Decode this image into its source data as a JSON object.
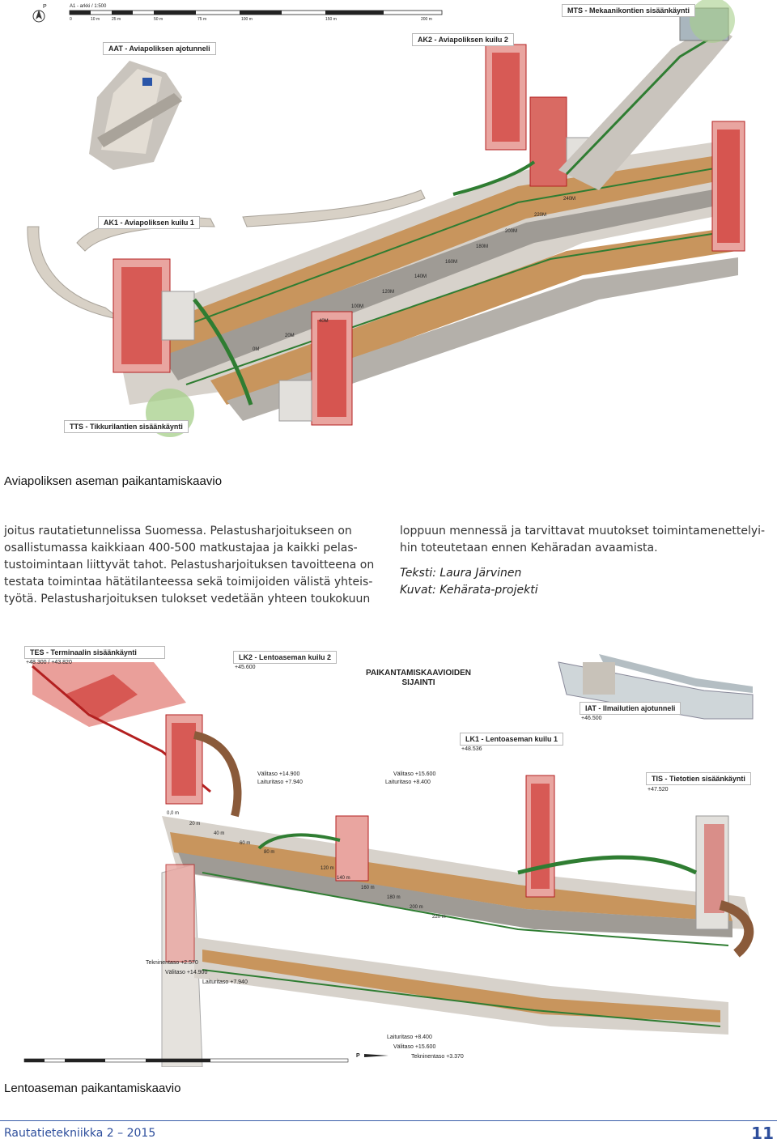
{
  "figures": {
    "top": {
      "scale_title": "A1 - arkki / 1:500",
      "scale_ticks": [
        "0",
        "10 m",
        "25 m",
        "50 m",
        "75 m",
        "100 m",
        "150 m",
        "200 m"
      ],
      "north_mark": "P",
      "labels": {
        "mts": "MTS - Mekaanikontien sisäänkäynti",
        "aat": "AAT - Aviapoliksen ajotunneli",
        "ak2": "AK2 - Aviapoliksen kuilu 2",
        "ak1": "AK1 - Aviapoliksen kuilu 1",
        "tts": "TTS - Tikkurilantien sisäänkäynti"
      },
      "chainage": [
        "0M",
        "20M",
        "40M",
        "100M",
        "120M",
        "140M",
        "160M",
        "180M",
        "200M",
        "220M",
        "240M"
      ]
    },
    "bottom": {
      "heading_line1": "PAIKANTAMISKAAVIOIDEN",
      "heading_line2": "SIJAINTI",
      "labels": {
        "tes": "TES - Terminaalin sisäänkäynti",
        "tes_level": "+48.300 / +43.820",
        "lk2": "LK2 - Lentoaseman kuilu 2",
        "lk2_level": "+45.600",
        "iat": "IAT - Ilmailutien ajotunneli",
        "iat_level": "+46.500",
        "lk1": "LK1 - Lentoaseman kuilu 1",
        "lk1_level": "+48.536",
        "tis": "TIS - Tietotien sisäänkäynti",
        "tis_level": "+47.520"
      },
      "levels_top": [
        "Välitaso +14.900",
        "Laituritaso +7.940",
        "Välitaso +15.600",
        "Laituritaso +8.400"
      ],
      "levels_bottom_left": [
        "Tekninentaso +2.570",
        "Välitaso +14.900",
        "Laituritaso +7.940"
      ],
      "levels_bottom_right": [
        "Laituritaso +8.400",
        "Välitaso +15.600",
        "Tekninentaso +3.370"
      ],
      "chainage": [
        "0,0 m",
        "20 m",
        "40 m",
        "60 m",
        "80 m",
        "120 m",
        "140 m",
        "160 m",
        "180 m",
        "200 m",
        "220 m"
      ],
      "north_mark": "P"
    }
  },
  "captions": {
    "top": "Aviapoliksen aseman paikantamiskaavio",
    "bottom": "Lentoaseman paikantamiskaavio"
  },
  "body": {
    "left_lines": [
      "joitus rautatietunnelissa Suomessa. Pelastusharjoitukseen on",
      "osallistumassa kaikkiaan 400-500 matkustajaa ja kaikki pelas-",
      "tustoimintaan liittyvät tahot. Pelastusharjoituksen tavoitteena on",
      "testata toimintaa hätätilanteessa sekä toimijoiden välistä yhteis-",
      "työtä. Pelastusharjoituksen tulokset vedetään yhteen toukokuun"
    ],
    "right_lines": [
      "loppuun mennessä ja tarvittavat muutokset toimintamenettelyi-",
      "hin toteutetaan ennen Kehäradan avaamista."
    ],
    "credit_text": "Teksti: Laura Järvinen",
    "credit_photos": "Kuvat: Kehärata-projekti"
  },
  "footer": {
    "journal": "Rautatietekniikka  2 – 2015",
    "page_number": "11"
  }
}
